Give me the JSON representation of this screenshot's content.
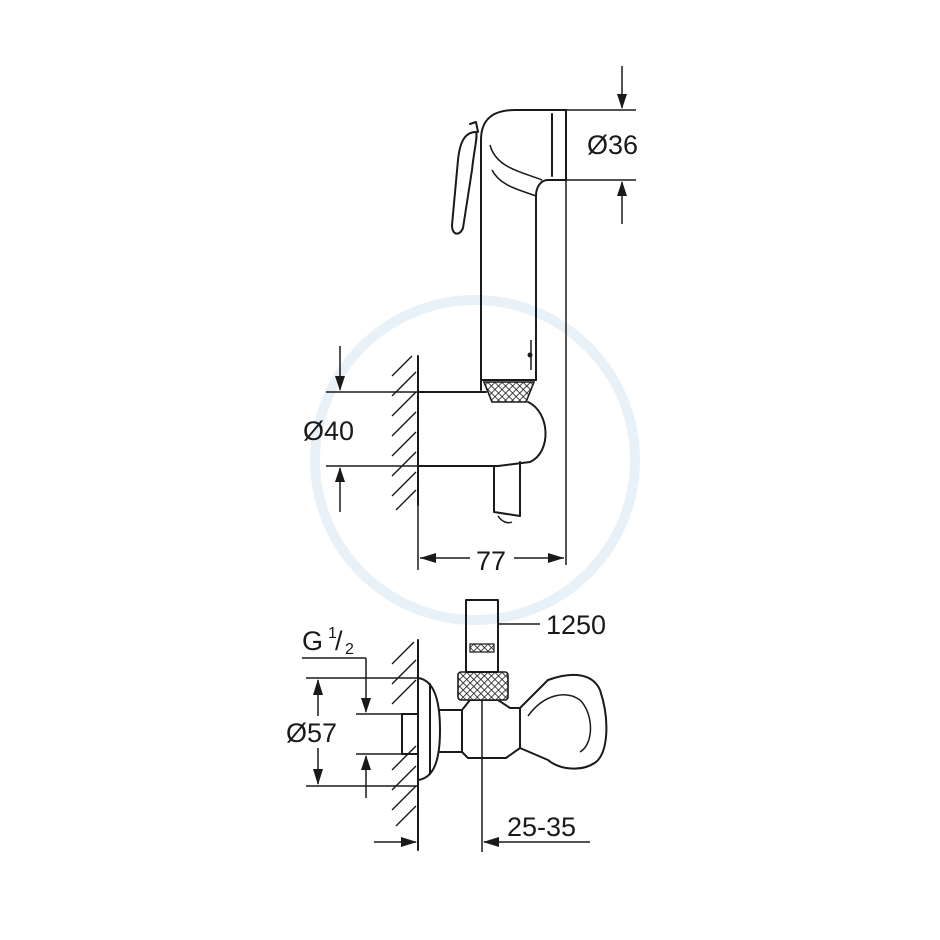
{
  "dimensions": {
    "head_diameter": "Ø36",
    "holder_diameter": "Ø40",
    "holder_projection": "77",
    "hose_length": "1250",
    "thread": "G",
    "thread_fraction_num": "1",
    "thread_fraction_den": "2",
    "rosette_diameter": "Ø57",
    "valve_offset": "25-35"
  },
  "colors": {
    "line": "#1a1a1a",
    "background": "#ffffff",
    "watermark": "#e8f1f7"
  }
}
